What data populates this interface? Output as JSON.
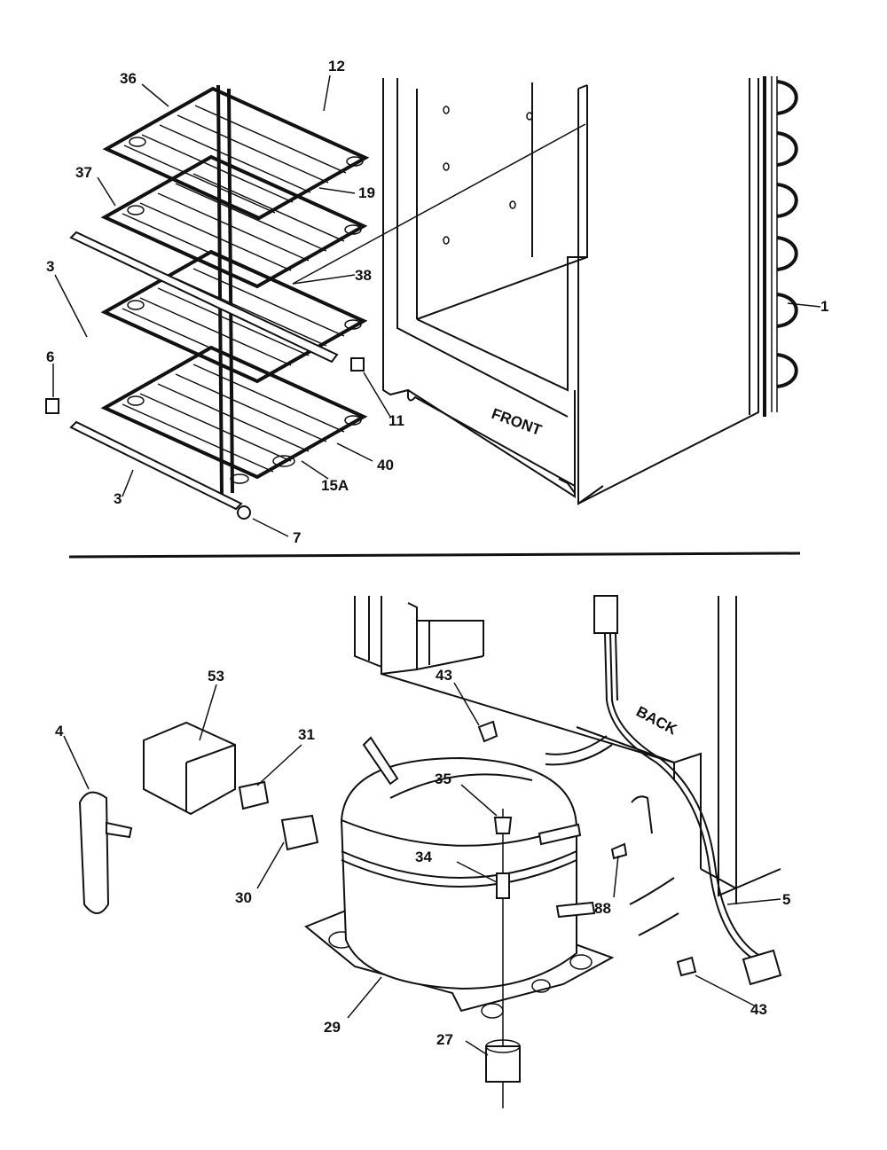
{
  "diagram": {
    "top_section": {
      "part_labels": {
        "p36": "36",
        "p12": "12",
        "p37": "37",
        "p19": "19",
        "p3_upper": "3",
        "p38": "38",
        "p6": "6",
        "p1": "1",
        "p11": "11",
        "p40": "40",
        "p15a": "15A",
        "p3_lower": "3",
        "p7": "7"
      },
      "cabinet_text": "FRONT"
    },
    "bottom_section": {
      "part_labels": {
        "p53": "53",
        "p4": "4",
        "p43_upper": "43",
        "p31": "31",
        "p35": "35",
        "p34": "34",
        "p30": "30",
        "p88": "88",
        "p5": "5",
        "p29": "29",
        "p43_lower": "43",
        "p27": "27"
      },
      "cabinet_text": "BACK"
    }
  }
}
